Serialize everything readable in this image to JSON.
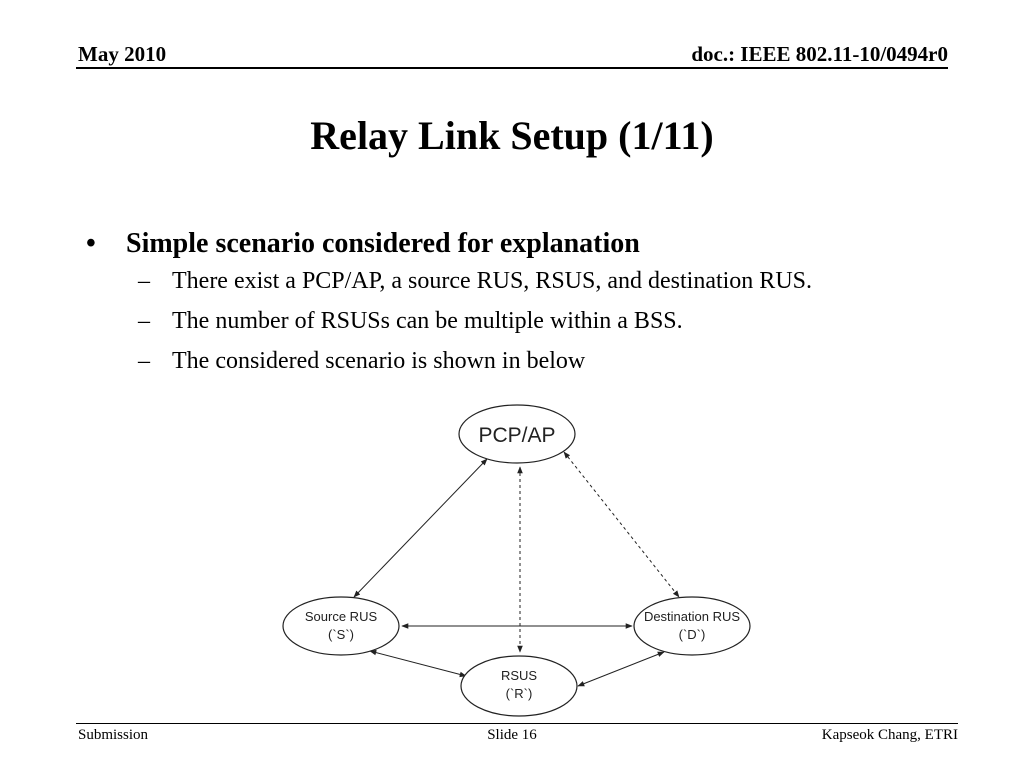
{
  "header": {
    "date": "May 2010",
    "doc": "doc.: IEEE 802.11-10/0494r0"
  },
  "title": "Relay Link Setup (1/11)",
  "content": {
    "bullet": "Simple scenario considered for explanation",
    "subs": [
      "There exist a PCP/AP, a source RUS, RSUS, and destination RUS.",
      "The number of RSUSs can be multiple within a BSS.",
      "The considered scenario is shown in below"
    ]
  },
  "diagram": {
    "nodes": {
      "pcp": {
        "label": "PCP/AP"
      },
      "source": {
        "label": "Source RUS",
        "sublabel": "(`S`)"
      },
      "dest": {
        "label": "Destination RUS",
        "sublabel": "(`D`)"
      },
      "rsus": {
        "label": "RSUS",
        "sublabel": "(`R`)"
      }
    },
    "links": [
      {
        "from": "pcp",
        "to": "source",
        "style": "solid"
      },
      {
        "from": "pcp",
        "to": "rsus",
        "style": "dashed"
      },
      {
        "from": "pcp",
        "to": "dest",
        "style": "dashed"
      },
      {
        "from": "source",
        "to": "dest",
        "style": "solid"
      },
      {
        "from": "source",
        "to": "rsus",
        "style": "solid"
      },
      {
        "from": "rsus",
        "to": "dest",
        "style": "solid"
      }
    ]
  },
  "footer": {
    "left": "Submission",
    "center": "Slide 16",
    "right": "Kapseok Chang, ETRI"
  }
}
